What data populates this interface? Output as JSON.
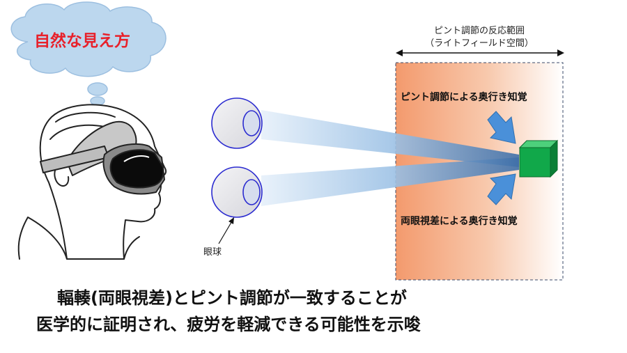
{
  "thought_bubble": {
    "text": "自然な見え方",
    "text_color": "#e8202a",
    "fill_color": "#bcd7ee"
  },
  "focus_range": {
    "label_line1": "ピント調節の反応範囲",
    "label_line2": "（ライトフィールド空間）",
    "gradient_start": "#f4a47a",
    "gradient_end": "#ffffff"
  },
  "perception": {
    "focus_label": "ピント調節による奥行き知覚",
    "binocular_label": "両眼視差による奥行き知覚",
    "arrow_color": "#4a90d9"
  },
  "eyeball": {
    "label": "眼球",
    "stroke_color": "#2b2bd0"
  },
  "object_cube": {
    "color": "#11a84a"
  },
  "conclusion": {
    "line1": "輻輳(両眼視差)とピント調節が一致することが",
    "line2": "医学的に証明され、疲労を軽減できる可能性を示唆"
  }
}
